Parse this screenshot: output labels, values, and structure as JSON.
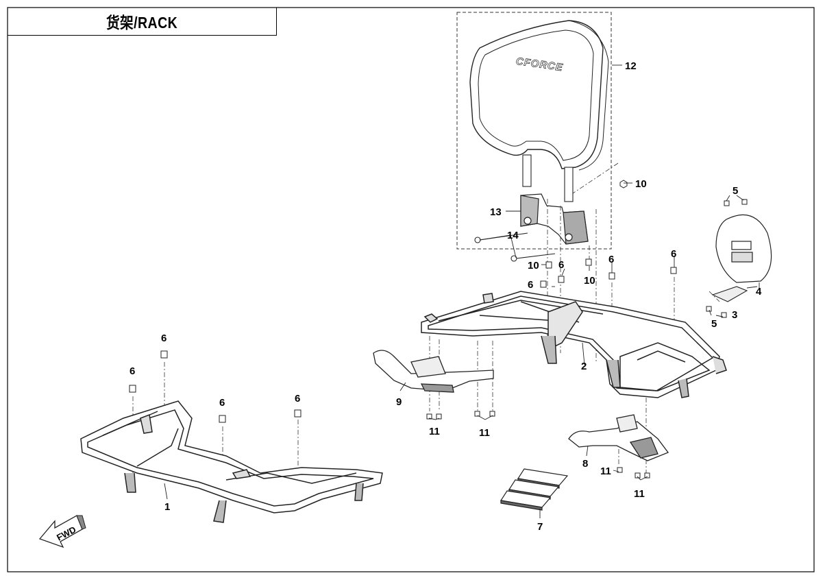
{
  "title": "货架/RACK",
  "callouts": [
    "1",
    "2",
    "3",
    "4",
    "5",
    "6",
    "7",
    "8",
    "9",
    "10",
    "11",
    "12",
    "13",
    "14"
  ],
  "backrest_logo": "CFORCE",
  "direction_label": "FWD"
}
